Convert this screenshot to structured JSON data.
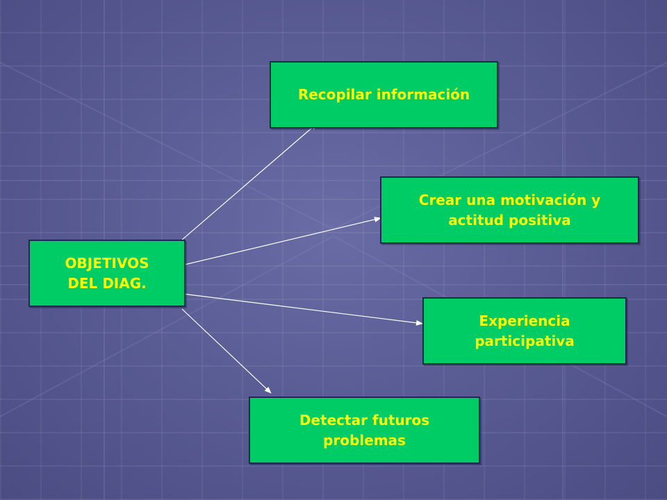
{
  "diagram": {
    "root": {
      "lines": [
        "OBJETIVOS",
        "DEL DIAG."
      ]
    },
    "objectives": [
      {
        "lines": [
          "Recopilar información"
        ]
      },
      {
        "lines": [
          "Crear una motivación y",
          "actitud positiva"
        ]
      },
      {
        "lines": [
          "Experiencia",
          "participativa"
        ]
      },
      {
        "lines": [
          "Detectar futuros",
          "problemas"
        ]
      }
    ]
  },
  "colors": {
    "node_fill": "#00cc66",
    "node_text": "#ffff00",
    "node_border": "#1e2a4a",
    "connector": "#ffffff",
    "background": "#5a5c94"
  }
}
